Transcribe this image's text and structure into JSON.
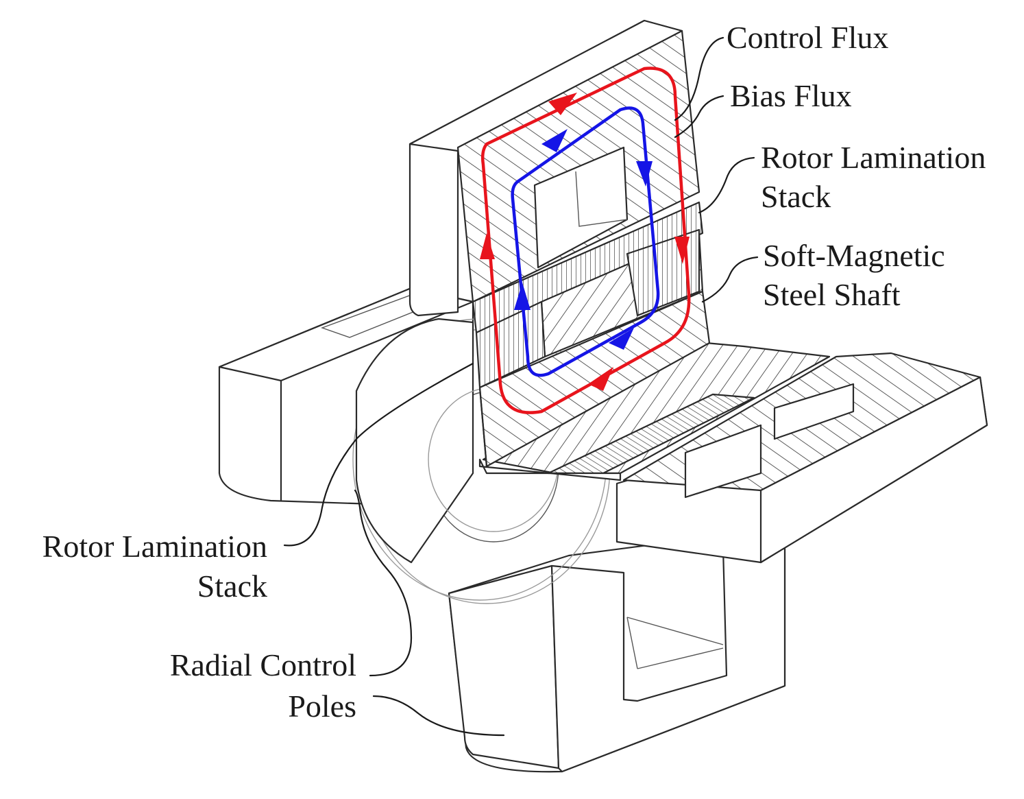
{
  "labels": {
    "control_flux": "Control Flux",
    "bias_flux": "Bias Flux",
    "rotor_lamination_top_line1": "Rotor Lamination",
    "rotor_lamination_top_line2": "Stack",
    "soft_magnetic_line1": "Soft-Magnetic",
    "soft_magnetic_line2": "Steel Shaft",
    "rotor_lamination_left_line1": "Rotor Lamination",
    "rotor_lamination_left_line2": "Stack",
    "radial_poles_line1": "Radial Control",
    "radial_poles_line2": "Poles"
  },
  "colors": {
    "control_flux": "#e8141c",
    "bias_flux": "#1515e6",
    "outline": "#2a2a2a"
  }
}
